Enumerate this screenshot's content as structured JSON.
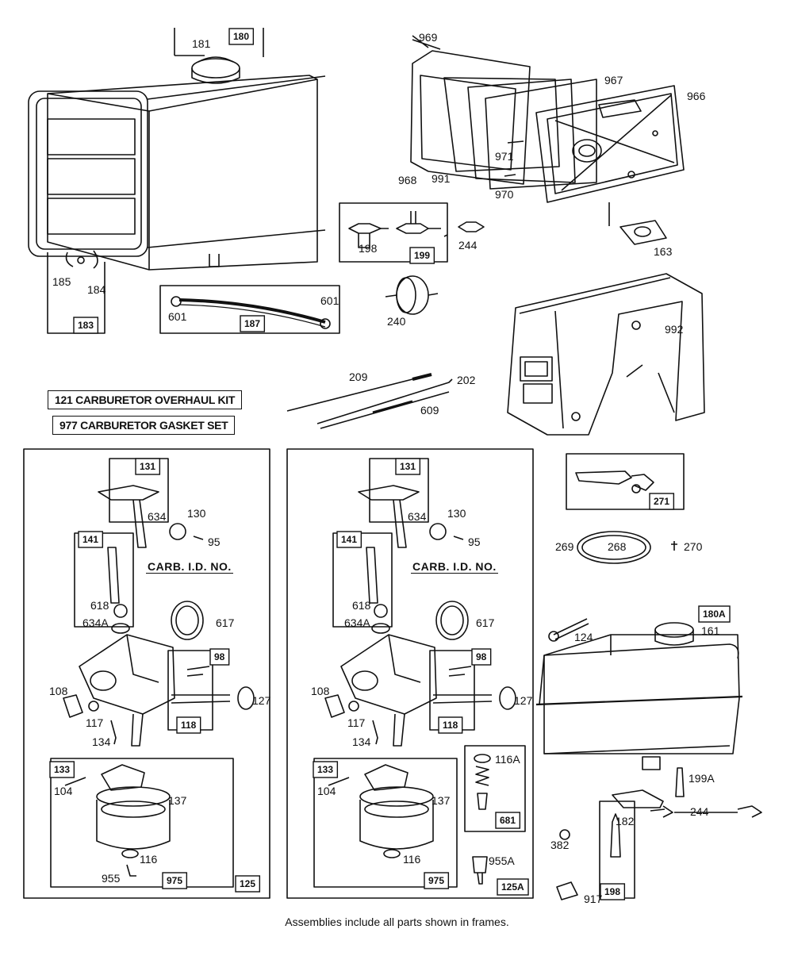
{
  "kits": [
    {
      "number": "121",
      "label": "CARBURETOR OVERHAUL KIT"
    },
    {
      "number": "977",
      "label": "CARBURETOR GASKET SET"
    }
  ],
  "carb_id_label": "CARB. I.D. NO.",
  "caption": "Assemblies include all parts shown in frames.",
  "part_labels": [
    {
      "id": "181",
      "boxed": false
    },
    {
      "id": "180",
      "boxed": true
    },
    {
      "id": "185",
      "boxed": false
    },
    {
      "id": "184",
      "boxed": false
    },
    {
      "id": "183",
      "boxed": true
    },
    {
      "id": "969",
      "boxed": false
    },
    {
      "id": "967",
      "boxed": false
    },
    {
      "id": "966",
      "boxed": false
    },
    {
      "id": "971",
      "boxed": false
    },
    {
      "id": "968",
      "boxed": false
    },
    {
      "id": "991",
      "boxed": false
    },
    {
      "id": "970",
      "boxed": false
    },
    {
      "id": "163",
      "boxed": false
    },
    {
      "id": "198",
      "boxed": false
    },
    {
      "id": "199",
      "boxed": true
    },
    {
      "id": "244",
      "boxed": false
    },
    {
      "id": "240",
      "boxed": false
    },
    {
      "id": "601",
      "boxed": false
    },
    {
      "id": "601",
      "boxed": false
    },
    {
      "id": "187",
      "boxed": true
    },
    {
      "id": "992",
      "boxed": false
    },
    {
      "id": "209",
      "boxed": false
    },
    {
      "id": "202",
      "boxed": false
    },
    {
      "id": "609",
      "boxed": false
    },
    {
      "id": "131",
      "boxed": true
    },
    {
      "id": "634",
      "boxed": false
    },
    {
      "id": "130",
      "boxed": false
    },
    {
      "id": "95",
      "boxed": false
    },
    {
      "id": "141",
      "boxed": true
    },
    {
      "id": "618",
      "boxed": false
    },
    {
      "id": "634A",
      "boxed": false
    },
    {
      "id": "617",
      "boxed": false
    },
    {
      "id": "98",
      "boxed": true
    },
    {
      "id": "108",
      "boxed": false
    },
    {
      "id": "117",
      "boxed": false
    },
    {
      "id": "118",
      "boxed": true
    },
    {
      "id": "127",
      "boxed": false
    },
    {
      "id": "134",
      "boxed": false
    },
    {
      "id": "133",
      "boxed": true
    },
    {
      "id": "104",
      "boxed": false
    },
    {
      "id": "137",
      "boxed": false
    },
    {
      "id": "116",
      "boxed": false
    },
    {
      "id": "955",
      "boxed": false
    },
    {
      "id": "975",
      "boxed": true
    },
    {
      "id": "125",
      "boxed": true
    },
    {
      "id": "131",
      "boxed": true
    },
    {
      "id": "634",
      "boxed": false
    },
    {
      "id": "130",
      "boxed": false
    },
    {
      "id": "95",
      "boxed": false
    },
    {
      "id": "141",
      "boxed": true
    },
    {
      "id": "618",
      "boxed": false
    },
    {
      "id": "634A",
      "boxed": false
    },
    {
      "id": "617",
      "boxed": false
    },
    {
      "id": "98",
      "boxed": true
    },
    {
      "id": "108",
      "boxed": false
    },
    {
      "id": "117",
      "boxed": false
    },
    {
      "id": "118",
      "boxed": true
    },
    {
      "id": "127",
      "boxed": false
    },
    {
      "id": "134",
      "boxed": false
    },
    {
      "id": "133",
      "boxed": true
    },
    {
      "id": "104",
      "boxed": false
    },
    {
      "id": "137",
      "boxed": false
    },
    {
      "id": "116",
      "boxed": false
    },
    {
      "id": "975",
      "boxed": true
    },
    {
      "id": "116A",
      "boxed": false
    },
    {
      "id": "681",
      "boxed": true
    },
    {
      "id": "955A",
      "boxed": false
    },
    {
      "id": "125A",
      "boxed": true
    },
    {
      "id": "271",
      "boxed": true
    },
    {
      "id": "269",
      "boxed": false
    },
    {
      "id": "268",
      "boxed": false
    },
    {
      "id": "270",
      "boxed": false
    },
    {
      "id": "124",
      "boxed": false
    },
    {
      "id": "180A",
      "boxed": true
    },
    {
      "id": "161",
      "boxed": false
    },
    {
      "id": "199A",
      "boxed": false
    },
    {
      "id": "182",
      "boxed": false
    },
    {
      "id": "244",
      "boxed": false
    },
    {
      "id": "382",
      "boxed": false
    },
    {
      "id": "198",
      "boxed": true
    },
    {
      "id": "917",
      "boxed": false
    }
  ]
}
